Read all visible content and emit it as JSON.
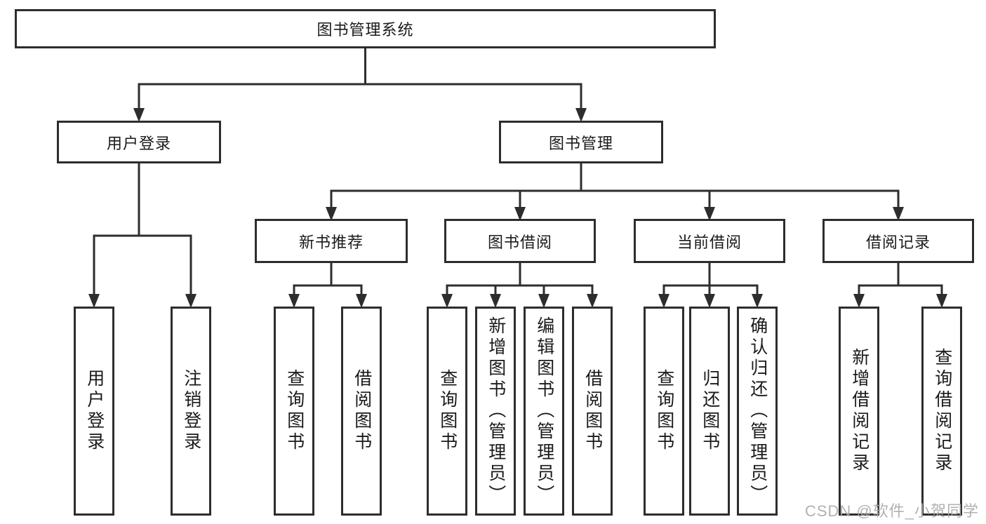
{
  "diagram_title": "图书管理系统",
  "tree": {
    "root": {
      "label": "图书管理系统"
    },
    "level1": [
      {
        "label": "用户登录",
        "leaves": [
          {
            "label": "用户登录"
          },
          {
            "label": "注销登录"
          }
        ]
      },
      {
        "label": "图书管理",
        "groups": [
          {
            "label": "新书推荐",
            "leaves": [
              {
                "label": "查询图书"
              },
              {
                "label": "借阅图书"
              }
            ]
          },
          {
            "label": "图书借阅",
            "leaves": [
              {
                "label": "查询图书"
              },
              {
                "label": "新增图书（管理员）"
              },
              {
                "label": "编辑图书（管理员）"
              },
              {
                "label": "借阅图书"
              }
            ]
          },
          {
            "label": "当前借阅",
            "leaves": [
              {
                "label": "查询图书"
              },
              {
                "label": "归还图书"
              },
              {
                "label": "确认归还（管理员）"
              }
            ]
          },
          {
            "label": "借阅记录",
            "leaves": [
              {
                "label": "新增借阅记录"
              },
              {
                "label": "查询借阅记录"
              }
            ]
          }
        ]
      }
    ]
  },
  "watermark": {
    "text": "CSDN @软件_小贺同学"
  },
  "colors": {
    "line": "#2d2d2d",
    "box_border": "#2d2d2d",
    "text": "#1a1a1a",
    "watermark": "#a8a8a8",
    "background": "#ffffff"
  }
}
